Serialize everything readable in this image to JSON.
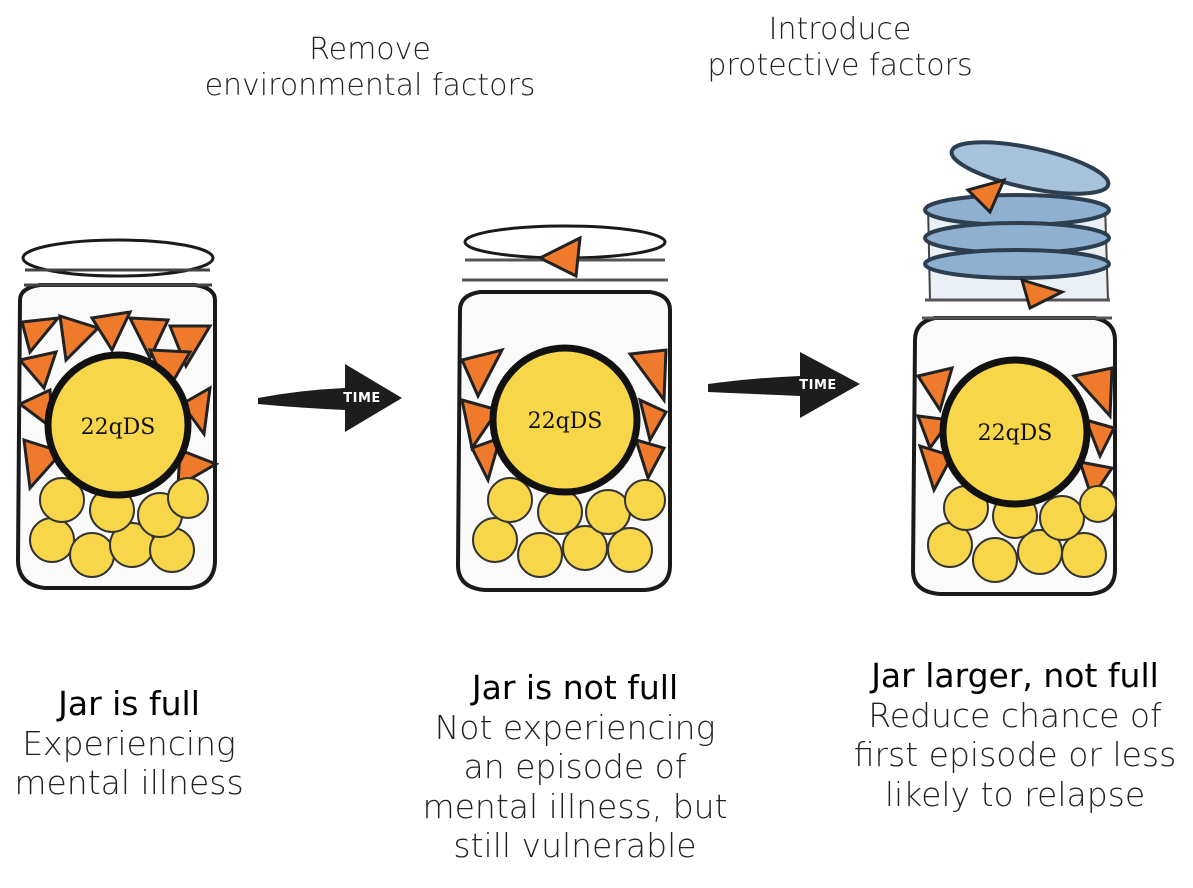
{
  "top_labels": {
    "remove": [
      "Remove",
      "environmental factors"
    ],
    "introduce": [
      "Introduce",
      "protective factors"
    ]
  },
  "arrows": [
    "TIME",
    "TIME"
  ],
  "jars": [
    {
      "label": "22qDS",
      "title": "Jar is full",
      "desc": [
        "Experiencing",
        "mental illness"
      ]
    },
    {
      "label": "22qDS",
      "title": "Jar is not full",
      "desc": [
        "Not experiencing",
        "an episode of",
        "mental illness, but",
        "still vulnerable"
      ]
    },
    {
      "label": "22qDS",
      "title": "Jar larger, not full",
      "desc": [
        "Reduce chance of",
        "first episode or less",
        "likely to relapse"
      ]
    }
  ],
  "colors": {
    "triangle": "#f07a2c",
    "ball": "#f7d64a",
    "ring": "#8fb0cf",
    "arrow": "#1d1d1d"
  }
}
